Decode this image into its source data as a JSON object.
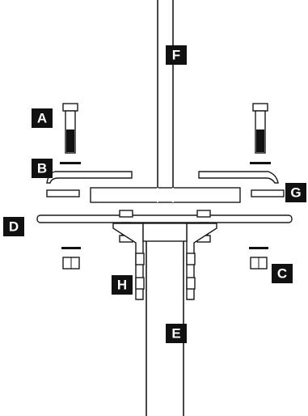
{
  "diagram": {
    "labels": {
      "A": "A",
      "B": "B",
      "C": "C",
      "D": "D",
      "E": "E",
      "F": "F",
      "G": "G",
      "H": "H"
    },
    "colors": {
      "line": "#1a1a1a",
      "label_bg": "#111111",
      "label_fg": "#ffffff",
      "background": "#ffffff"
    }
  }
}
